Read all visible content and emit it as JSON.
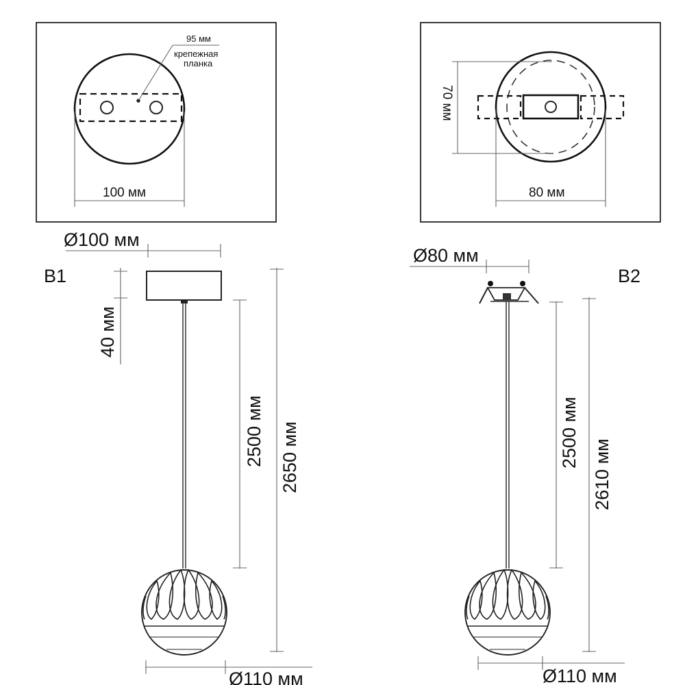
{
  "top_left_view": {
    "label_95": "95 мм",
    "label_bracket_1": "крепежная",
    "label_bracket_2": "планка",
    "label_width": "100 мм"
  },
  "top_right_view": {
    "label_height": "70 мм",
    "label_width": "80 мм"
  },
  "variant_b1": {
    "name": "B1",
    "canopy_diameter": "Ø100 мм",
    "canopy_height": "40 мм",
    "cable_length": "2500 мм",
    "total_height": "2650 мм",
    "shade_diameter": "Ø110 мм"
  },
  "variant_b2": {
    "name": "B2",
    "canopy_diameter": "Ø80 мм",
    "cable_length": "2500 мм",
    "total_height": "2610 мм",
    "shade_diameter": "Ø110 мм"
  }
}
